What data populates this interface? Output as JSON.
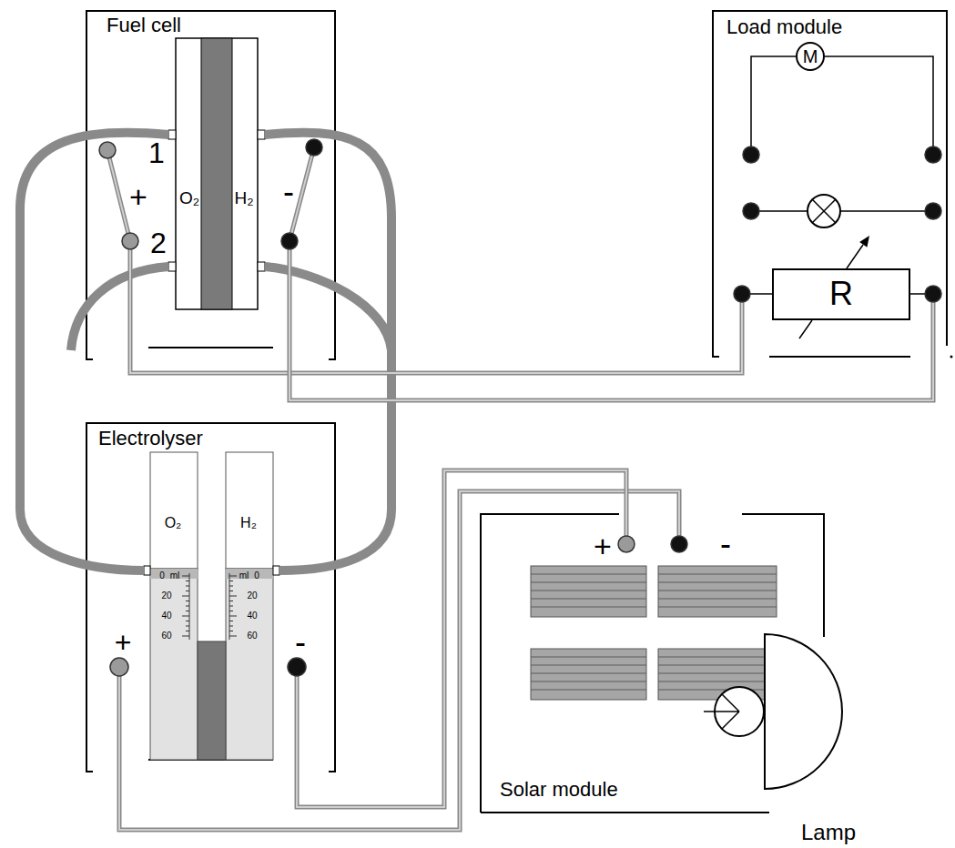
{
  "diagram": {
    "nodes": [
      {
        "text": [
          "Fuel cell",
          "1",
          "+",
          "2",
          "O₂",
          "H₂",
          "-"
        ]
      },
      {
        "text": [
          "Load module"
        ]
      },
      {
        "text": [
          "M"
        ],
        "in": 1
      },
      {
        "text": [
          "R"
        ],
        "in": 1
      },
      {
        "text": [
          "Electrolyser",
          "O₂",
          "H₂",
          "0",
          "ml",
          "20",
          "40",
          "60",
          "ml",
          "0",
          "20",
          "40",
          "60",
          "+",
          "-"
        ]
      },
      {
        "text": [
          "Solar module",
          "+",
          "-"
        ]
      }
    ],
    "edges": [
      {
        "from": 0,
        "to": 4,
        "arrow": "none"
      },
      {
        "from": 0,
        "to": 4,
        "arrow": "none"
      },
      {
        "from": 0,
        "to": 3,
        "arrow": "none"
      },
      {
        "from": 0,
        "to": 3,
        "arrow": "none"
      },
      {
        "from": 4,
        "to": 5,
        "arrow": "none"
      },
      {
        "from": 4,
        "to": 5,
        "arrow": "none"
      }
    ],
    "labels": [
      "Lamp"
    ]
  }
}
